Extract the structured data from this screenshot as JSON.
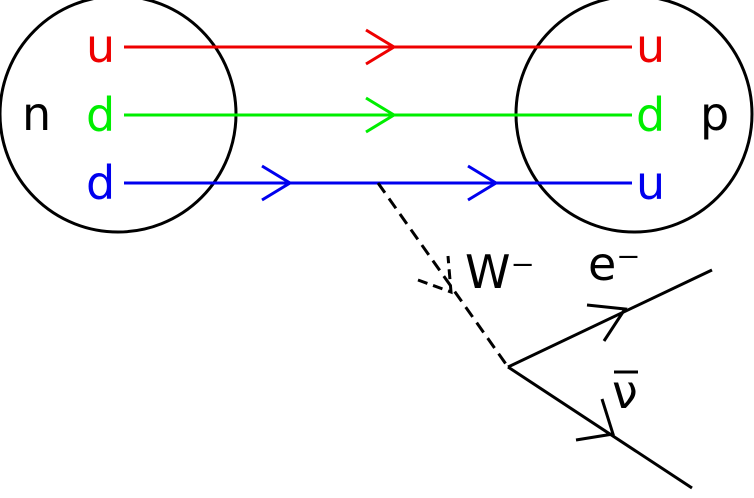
{
  "particles": {
    "neutron": "n",
    "proton": "p",
    "w_boson": "W⁻",
    "electron": "e⁻",
    "antineutrino": "ν"
  },
  "quarks": {
    "neutron": [
      "u",
      "d",
      "d"
    ],
    "proton": [
      "u",
      "d",
      "u"
    ]
  },
  "colors": {
    "quark_u_line": "#ee0000",
    "quark_d_line": "#00ee00",
    "quark_d_to_u_line": "#0000ee",
    "ink": "#000000"
  }
}
